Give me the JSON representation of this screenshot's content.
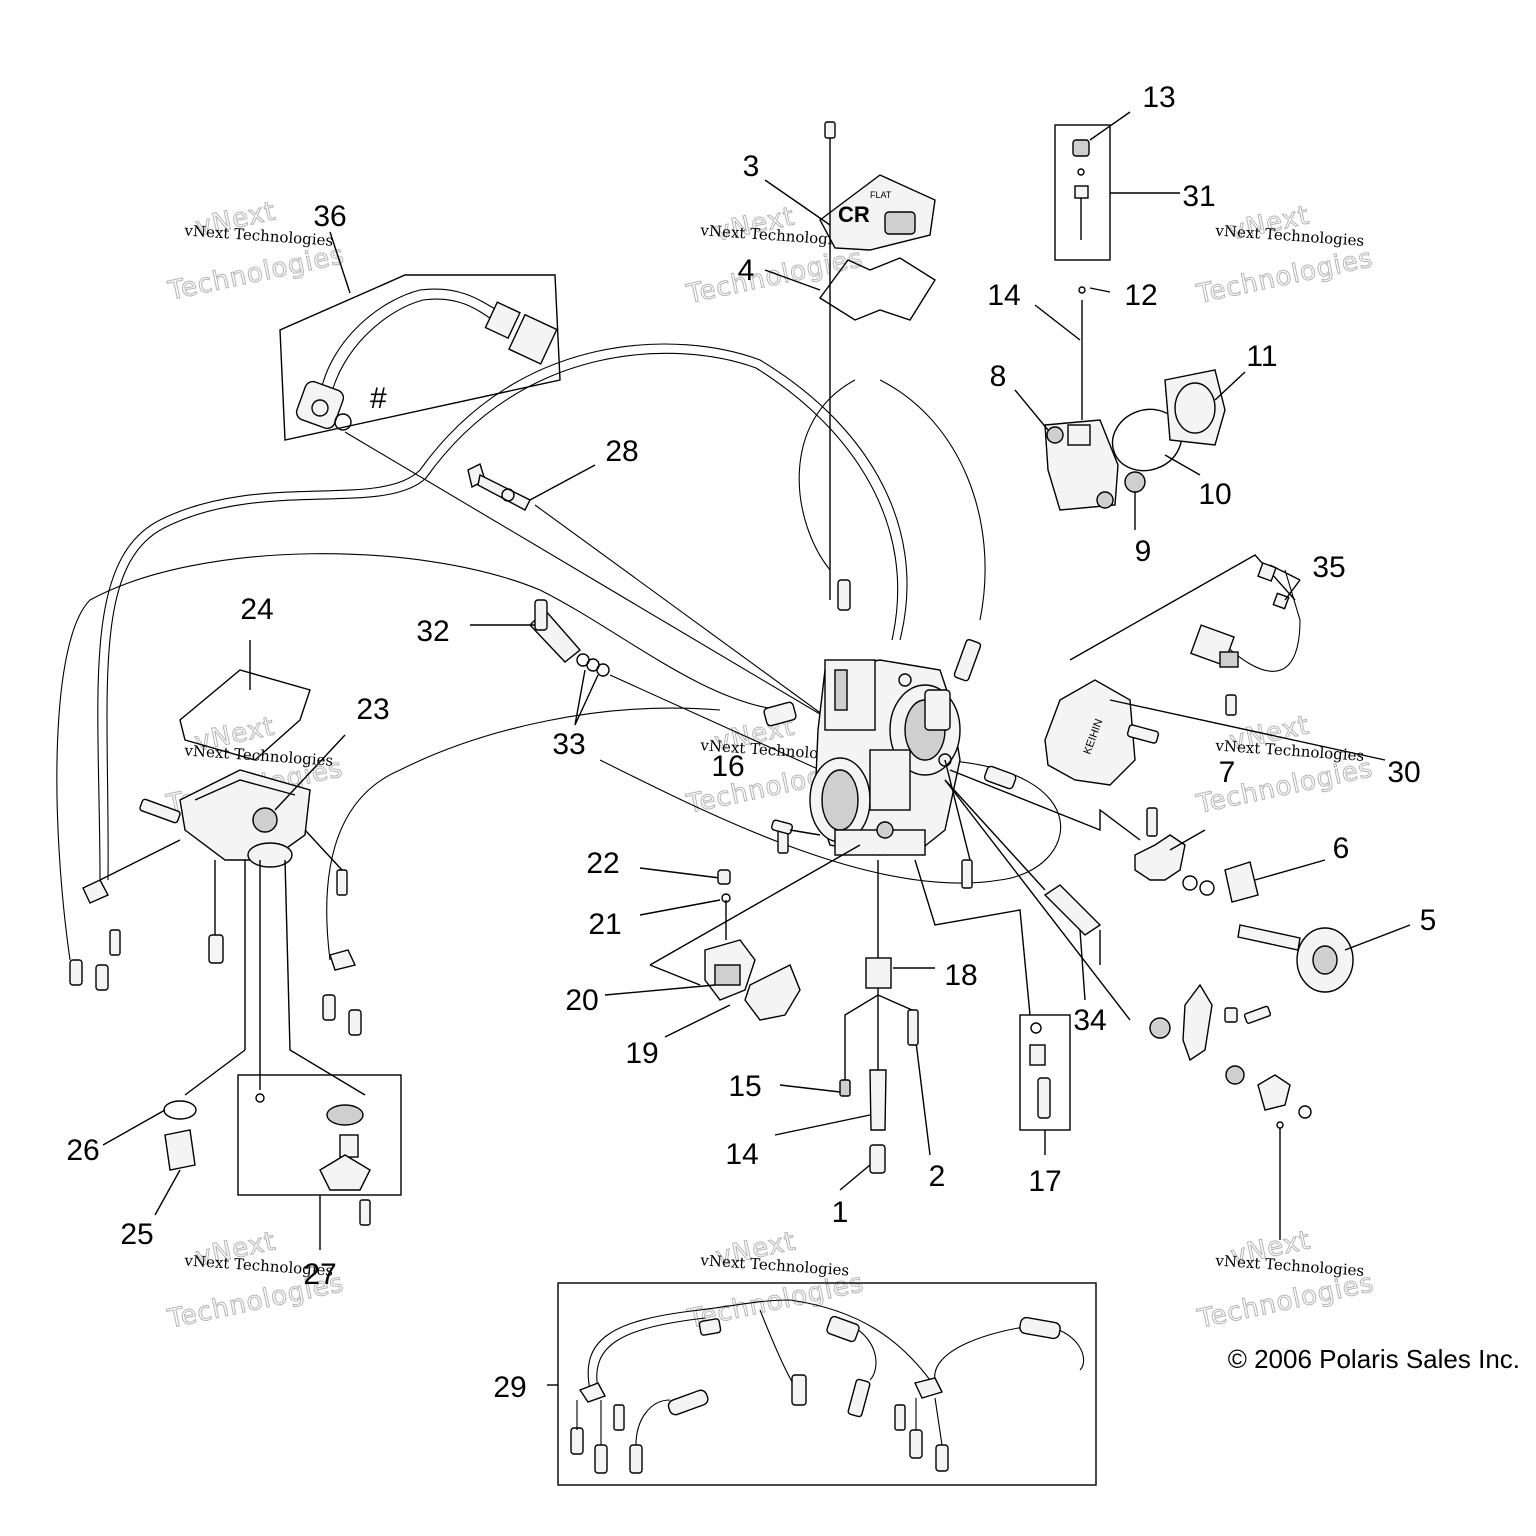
{
  "diagram": {
    "copyright": "© 2006 Polaris Sales Inc.",
    "marker": "#",
    "part_labels": {
      "p1": "1",
      "p2": "2",
      "p3": "3",
      "p4": "4",
      "p5": "5",
      "p6": "6",
      "p7": "7",
      "p8": "8",
      "p9": "9",
      "p10": "10",
      "p11": "11",
      "p12": "12",
      "p13": "13",
      "p14a": "14",
      "p14b": "14",
      "p15": "15",
      "p16": "16",
      "p17": "17",
      "p18": "18",
      "p19": "19",
      "p20": "20",
      "p21": "21",
      "p22": "22",
      "p23": "23",
      "p24": "24",
      "p25": "25",
      "p26": "26",
      "p27": "27",
      "p28": "28",
      "p29": "29",
      "p30": "30",
      "p31": "31",
      "p32": "32",
      "p33": "33",
      "p34": "34",
      "p35": "35",
      "p36": "36"
    },
    "cover_text": "CR",
    "cover_small": "FLAT",
    "sensor_text": "KEIHIN",
    "watermarks": [
      {
        "line1": "vNext",
        "line2": "vNext Technologies",
        "line3": "Technologies"
      },
      {
        "line1": "vNext",
        "line2": "vNext Technologies",
        "line3": "Technologies"
      },
      {
        "line1": "vNext",
        "line2": "vNext Technologies",
        "line3": "Technologies"
      },
      {
        "line1": "vNext",
        "line2": "vNext Technologies",
        "line3": "Technologies"
      },
      {
        "line1": "vNext",
        "line2": "vNext Technologies",
        "line3": "Technologies"
      },
      {
        "line1": "vNext",
        "line2": "vNext Technologies",
        "line3": "Technologies"
      },
      {
        "line1": "vNext",
        "line2": "vNext Technologies",
        "line3": "Technologies"
      },
      {
        "line1": "vNext",
        "line2": "vNext Technologies",
        "line3": "Technologies"
      },
      {
        "line1": "vNext",
        "line2": "vNext Technologies",
        "line3": "Technologies"
      }
    ]
  }
}
